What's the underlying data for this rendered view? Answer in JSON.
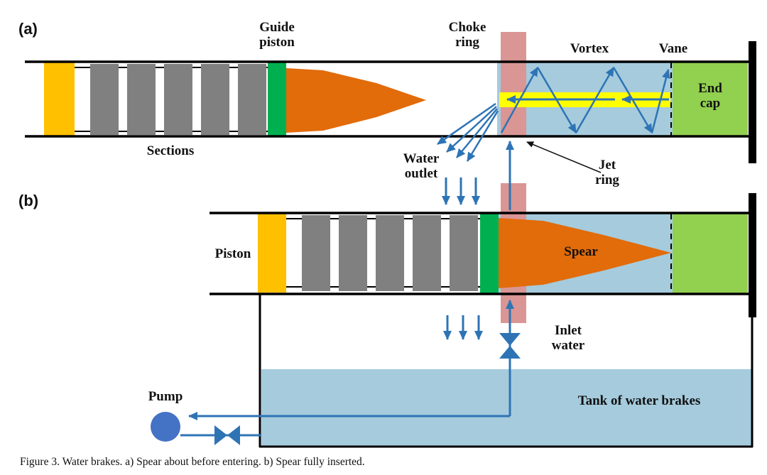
{
  "figure": {
    "panel_a_tag": "(a)",
    "panel_b_tag": "(b)",
    "caption": "Figure 3. Water brakes. a) Spear about before entering. b) Spear fully inserted."
  },
  "labels": {
    "guide_piston": "Guide piston",
    "sections": "Sections",
    "choke_ring": "Choke ring",
    "vortex": "Vortex",
    "vane": "Vane",
    "end_cap": "End cap",
    "water_outlet": "Water outlet",
    "jet_ring": "Jet ring",
    "piston": "Piston",
    "spear": "Spear",
    "inlet_water": "Inlet water",
    "pump": "Pump",
    "tank_of_water_brakes": "Tank of water brakes"
  },
  "colors": {
    "piston_orange": "#FFC000",
    "section_gray": "#808080",
    "guide_ring_green": "#00B050",
    "spear_orange": "#E26B0A",
    "chamber_blue": "#A5CBDD",
    "choke_ring_pink": "#D99694",
    "jet_yellow": "#FFFF00",
    "flow_arrow_blue": "#2E74B5",
    "pump_blue": "#4472C4",
    "end_cap_green": "#92D050",
    "line_black": "#000000"
  }
}
